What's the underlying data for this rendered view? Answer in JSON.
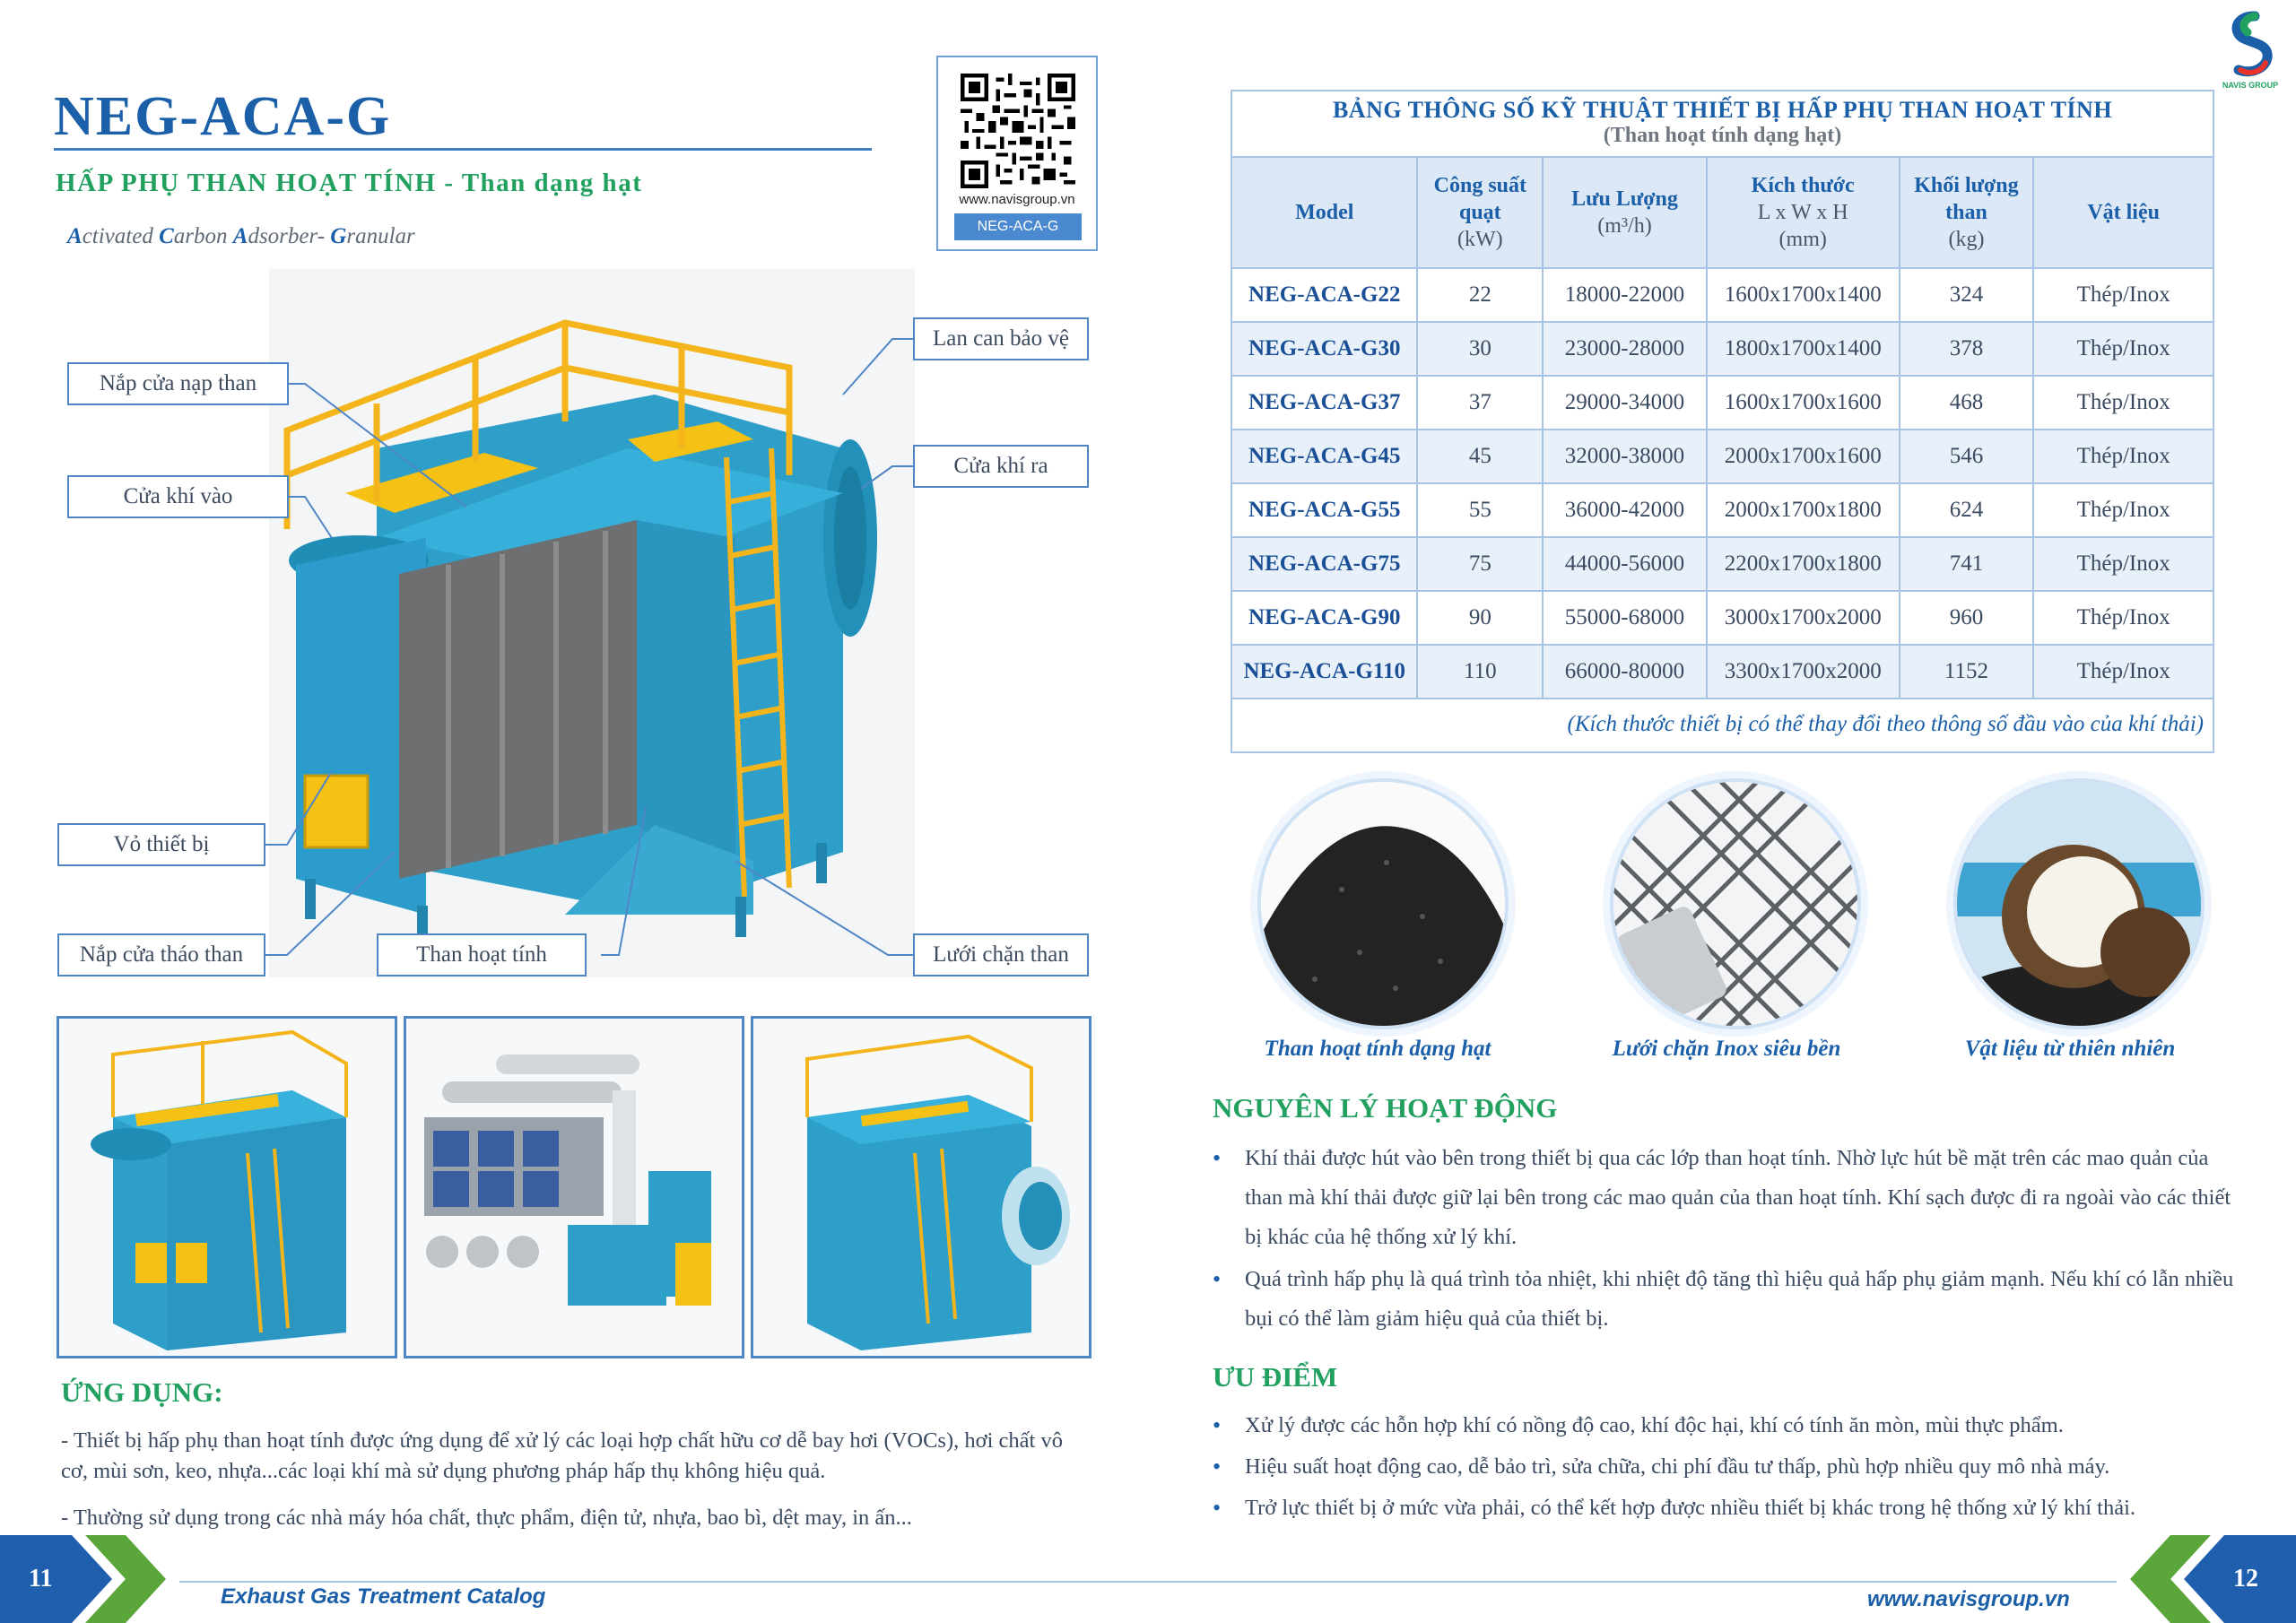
{
  "header": {
    "title": "NEG-ACA-G",
    "subtitle_vi": "HẤP PHỤ THAN HOẠT TÍNH - Than dạng hạt",
    "subtitle_en_parts": [
      "A",
      "ctivated ",
      "C",
      "arbon ",
      "A",
      "dsorber- ",
      "G",
      "ranular"
    ]
  },
  "qr": {
    "url": "www.navisgroup.vn",
    "tag": "NEG-ACA-G"
  },
  "callouts": {
    "lan_can": "Lan can bảo vệ",
    "nap_cua_nap": "Nắp cửa nạp than",
    "cua_khi_vao": "Cửa khí vào",
    "cua_khi_ra": "Cửa khí ra",
    "vo_thiet_bi": "Vỏ thiết bị",
    "nap_cua_thao": "Nắp cửa tháo than",
    "than_hoat_tinh": "Than hoạt tính",
    "luoi_chan": "Lưới chặn than"
  },
  "application": {
    "heading": "ỨNG DỤNG:",
    "p1": "- Thiết bị hấp phụ than hoạt tính được ứng dụng để xử lý các loại hợp chất hữu cơ dễ bay hơi (VOCs), hơi chất vô cơ, mùi sơn, keo, nhựa...các loại khí mà sử dụng phương pháp hấp thụ không hiệu quả.",
    "p2": "- Thường sử dụng trong các nhà máy hóa chất, thực phẩm, điện tử, nhựa, bao bì, dệt may, in ấn..."
  },
  "spec": {
    "title": "BẢNG THÔNG SỐ KỸ THUẬT THIẾT BỊ HẤP PHỤ THAN HOẠT TÍNH",
    "subtitle": "(Than hoạt tính dạng hạt)",
    "headers": {
      "model": "Model",
      "power": "Công suất quạt",
      "power_unit": "(kW)",
      "flow": "Lưu Lượng",
      "flow_unit": "(m³/h)",
      "size": "Kích thước",
      "size_dims": "L x W x H",
      "size_unit": "(mm)",
      "weight": "Khối lượng than",
      "weight_unit": "(kg)",
      "material": "Vật liệu"
    },
    "rows": [
      [
        "NEG-ACA-G22",
        "22",
        "18000-22000",
        "1600x1700x1400",
        "324",
        "Thép/Inox"
      ],
      [
        "NEG-ACA-G30",
        "30",
        "23000-28000",
        "1800x1700x1400",
        "378",
        "Thép/Inox"
      ],
      [
        "NEG-ACA-G37",
        "37",
        "29000-34000",
        "1600x1700x1600",
        "468",
        "Thép/Inox"
      ],
      [
        "NEG-ACA-G45",
        "45",
        "32000-38000",
        "2000x1700x1600",
        "546",
        "Thép/Inox"
      ],
      [
        "NEG-ACA-G55",
        "55",
        "36000-42000",
        "2000x1700x1800",
        "624",
        "Thép/Inox"
      ],
      [
        "NEG-ACA-G75",
        "75",
        "44000-56000",
        "2200x1700x1800",
        "741",
        "Thép/Inox"
      ],
      [
        "NEG-ACA-G90",
        "90",
        "55000-68000",
        "3000x1700x2000",
        "960",
        "Thép/Inox"
      ],
      [
        "NEG-ACA-G110",
        "110",
        "66000-80000",
        "3300x1700x2000",
        "1152",
        "Thép/Inox"
      ]
    ],
    "note": "(Kích thước thiết bị có thể thay đổi theo thông số đầu vào của khí thải)"
  },
  "materials": {
    "c1": "Than hoạt tính dạng hạt",
    "c2": "Lưới chặn Inox siêu bền",
    "c3": "Vật liệu từ thiên nhiên"
  },
  "principle": {
    "heading": "NGUYÊN LÝ HOẠT ĐỘNG",
    "b1": "Khí thải được hút vào bên trong thiết bị qua các lớp than hoạt tính. Nhờ lực hút bề mặt trên các mao quản của than mà khí thải được giữ lại bên trong các mao quản của than hoạt tính. Khí sạch được đi ra ngoài vào các thiết bị khác của hệ thống xử lý khí.",
    "b2": "Quá trình hấp phụ là quá trình tỏa nhiệt, khi nhiệt độ tăng thì hiệu quả hấp phụ giảm mạnh. Nếu khí có lẫn nhiều bụi có thể làm giảm hiệu quả của thiết bị."
  },
  "advantages": {
    "heading": "ƯU ĐIỂM",
    "b1": "Xử lý được các hỗn hợp khí có nồng độ cao, khí độc hại, khí có tính ăn mòn, mùi thực phẩm.",
    "b2": "Hiệu suất hoạt động cao, dễ bảo trì, sửa chữa, chi phí đầu tư thấp, phù hợp nhiều quy mô nhà máy.",
    "b3": "Trở lực thiết bị ở mức vừa phải, có thể kết hợp được nhiều thiết bị khác trong hệ thống xử lý khí thải."
  },
  "footer": {
    "left_page": "11",
    "right_page": "12",
    "catalog": "Exhaust Gas Treatment Catalog",
    "website": "www.navisgroup.vn"
  },
  "logo": {
    "text": "NAVIS GROUP"
  },
  "colors": {
    "brand_blue": "#1a5fa8",
    "brand_green": "#21a060",
    "equipment_blue": "#2ea6cf",
    "railing_yellow": "#f3c01c"
  }
}
